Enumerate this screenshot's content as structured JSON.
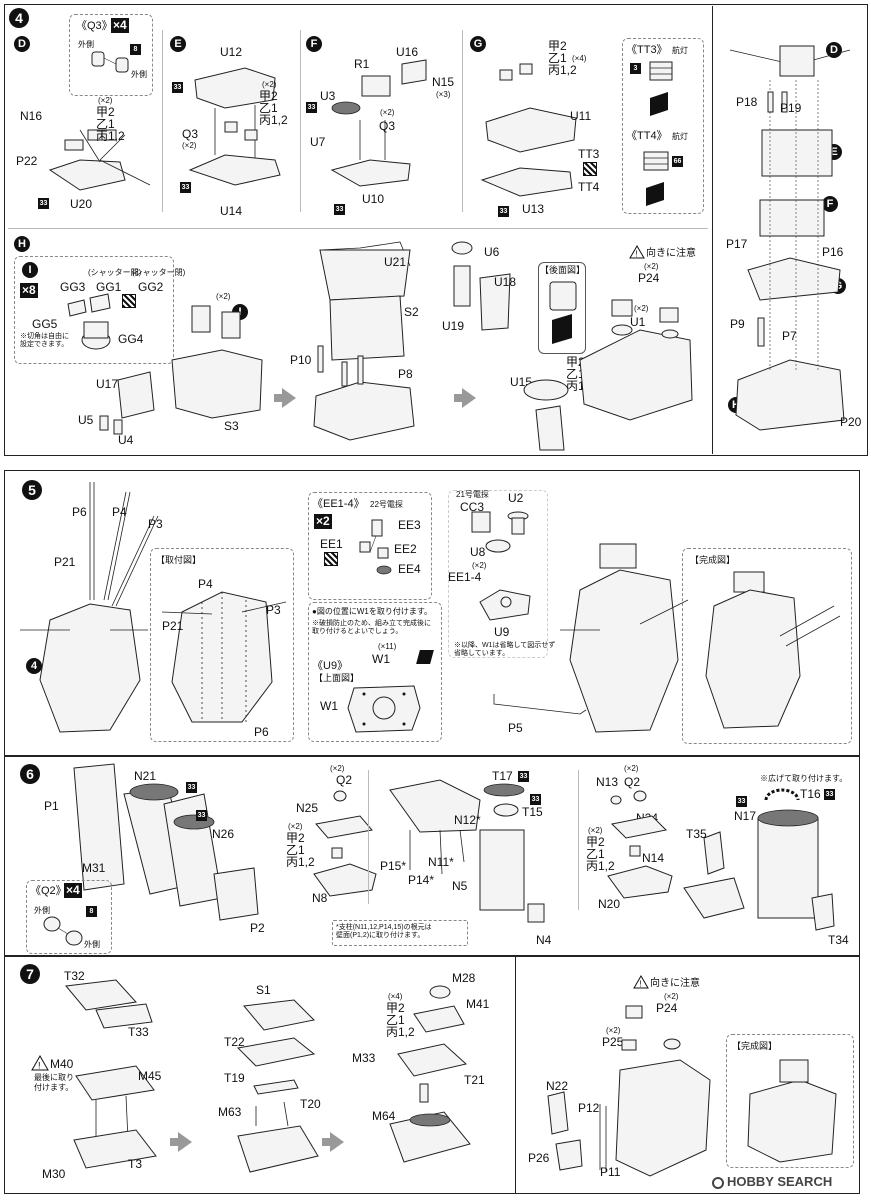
{
  "steps": {
    "s4": "4",
    "s5": "5",
    "s6": "6",
    "s7": "7"
  },
  "step4": {
    "D": {
      "id": "D",
      "labels": {
        "n16": "N16",
        "p22": "P22",
        "u20": "U20",
        "mult": "(×2)",
        "k1": "甲2",
        "k2": "乙1",
        "k3": "丙1,2"
      },
      "paint": "33"
    },
    "Q3box": {
      "title": "《Q3》",
      "mult": "×4",
      "outer": "外側",
      "inner": "外側",
      "paint": "8"
    },
    "E": {
      "id": "E",
      "labels": {
        "u12": "U12",
        "q3": "Q3",
        "q3m": "(×2)",
        "mult": "(×2)",
        "k1": "甲2",
        "k2": "乙1",
        "k3": "丙1,2",
        "u14": "U14"
      },
      "paint": "33"
    },
    "F": {
      "id": "F",
      "labels": {
        "r1": "R1",
        "u16": "U16",
        "n15": "N15",
        "n15m": "(×3)",
        "u3": "U3",
        "u7": "U7",
        "q3m": "(×2)",
        "q3": "Q3",
        "u10": "U10"
      },
      "paint": "33"
    },
    "G": {
      "id": "G",
      "labels": {
        "k1": "甲2",
        "k2": "乙1",
        "mult": "(×4)",
        "k3": "丙1,2",
        "u11": "U11",
        "tt3": "TT3",
        "tt4": "TT4",
        "u13": "U13"
      },
      "paint": "33"
    },
    "TT3": {
      "title": "《TT3》",
      "note": "航灯",
      "num": "3"
    },
    "TT4": {
      "title": "《TT4》",
      "note": "航灯",
      "num": "66"
    },
    "right": {
      "D": "D",
      "E": "E",
      "F": "F",
      "G": "G",
      "H": "H",
      "p18": "P18",
      "p19": "P19",
      "p17": "P17",
      "p16": "P16",
      "p9": "P9",
      "p7": "P7",
      "p20": "P20"
    },
    "H": {
      "id": "H",
      "I": "I",
      "x8": "×8",
      "shutter1": "(シャッター開)",
      "shutter2": "(シャッター閉)",
      "gg3": "GG3",
      "gg1": "GG1",
      "gg2": "GG2",
      "gg5": "GG5",
      "gg4": "GG4",
      "note": "※切角は自由に\n設定できます。",
      "mult": "(×2)",
      "u17": "U17",
      "u5": "U5",
      "u4": "U4",
      "s3": "S3"
    },
    "H2": {
      "u21": "U21",
      "s2": "S2",
      "p10": "P10",
      "p8": "P8"
    },
    "H3": {
      "u6": "U6",
      "u18": "U18",
      "u19": "U19",
      "rear": "【後面図】",
      "k1": "甲2",
      "k2": "乙1",
      "k3": "丙1,2",
      "u15": "U15",
      "caution": "向きに注意",
      "mult": "(×2)",
      "p24": "P24",
      "u1mult": "(×2)",
      "u1": "U1"
    }
  },
  "step5": {
    "left": {
      "p6": "P6",
      "p4": "P4",
      "p3": "P3",
      "p21": "P21",
      "four": "4"
    },
    "attach": {
      "title": "【取付図】",
      "p4": "P4",
      "p3": "P3",
      "p21": "P21",
      "p6": "P6"
    },
    "ee": {
      "title": "《EE1-4》",
      "note": "22号電探",
      "x2": "×2",
      "ee3": "EE3",
      "ee1": "EE1",
      "ee2": "EE2",
      "ee4": "EE4"
    },
    "w1": {
      "note1": "●図の位置にW1を取り付けます。",
      "note2": "※破損防止のため、組み立て完成後に\n取り付けるとよいでしょう。",
      "mult": "(×11)",
      "u9": "《U9》",
      "top": "【上面図】",
      "w1": "W1",
      "w1b": "W1"
    },
    "mid": {
      "radar": "21号電探",
      "cc3": "CC3",
      "u2": "U2",
      "u8": "U8",
      "mult": "(×2)",
      "ee14": "EE1-4",
      "u9": "U9",
      "note": "※以降、W1は省略して図示せず\n省略しています。"
    },
    "p5": "P5",
    "done": "【完成図】"
  },
  "step6": {
    "left": {
      "n21": "N21",
      "p1": "P1",
      "n26": "N26",
      "m31": "M31",
      "p2": "P2",
      "paint": "33"
    },
    "q2": {
      "title": "《Q2》",
      "mult": "×4",
      "outer": "外側",
      "inner": "外側",
      "paint": "8"
    },
    "mid": {
      "mult": "(×2)",
      "q2": "Q2",
      "n25": "N25",
      "kmult": "(×2)",
      "k1": "甲2",
      "k2": "乙1",
      "k3": "丙1,2",
      "n8": "N8"
    },
    "tower": {
      "t17": "T17",
      "t15": "T15",
      "n12": "N12*",
      "p15": "P15*",
      "n11": "N11*",
      "p14": "P14*",
      "n5": "N5",
      "n4": "N4",
      "paint": "33",
      "note": "*支柱(N11,12,P14,15)の根元は\n壁面(P1,2)に取り付けます。"
    },
    "r": {
      "n13": "N13",
      "mult": "(×2)",
      "q2": "Q2",
      "n24": "N24",
      "kmult": "(×2)",
      "k1": "甲2",
      "k2": "乙1",
      "k3": "丙1,2",
      "n14": "N14",
      "n20": "N20"
    },
    "far": {
      "note": "※広げて取り付けます。",
      "t16": "T16",
      "n17": "N17",
      "t35": "T35",
      "t34": "T34",
      "paint": "33"
    }
  },
  "step7": {
    "a": {
      "t32": "T32",
      "t33": "T33",
      "m40": "M40",
      "m45": "M45",
      "note": "最後に取り\n付けます。",
      "m30": "M30",
      "t3": "T3"
    },
    "b": {
      "s1": "S1",
      "t22": "T22",
      "t19": "T19",
      "m63": "M63",
      "t20": "T20"
    },
    "c": {
      "m28": "M28",
      "mult": "(×4)",
      "k1": "甲2",
      "k2": "乙1",
      "k3": "丙1,2",
      "m41": "M41",
      "m33": "M33",
      "t21": "T21",
      "m64": "M64"
    },
    "d": {
      "caution": "向きに注意",
      "mult": "(×2)",
      "p24": "P24",
      "mult2": "(×2)",
      "p25": "P25",
      "n22": "N22",
      "p12": "P12",
      "p26": "P26",
      "p11": "P11"
    },
    "done": "【完成図】"
  },
  "footer": {
    "brand": "HOBBY SEARCH"
  },
  "colors": {
    "ink": "#111111",
    "paper": "#ffffff",
    "tone": "#777777"
  }
}
